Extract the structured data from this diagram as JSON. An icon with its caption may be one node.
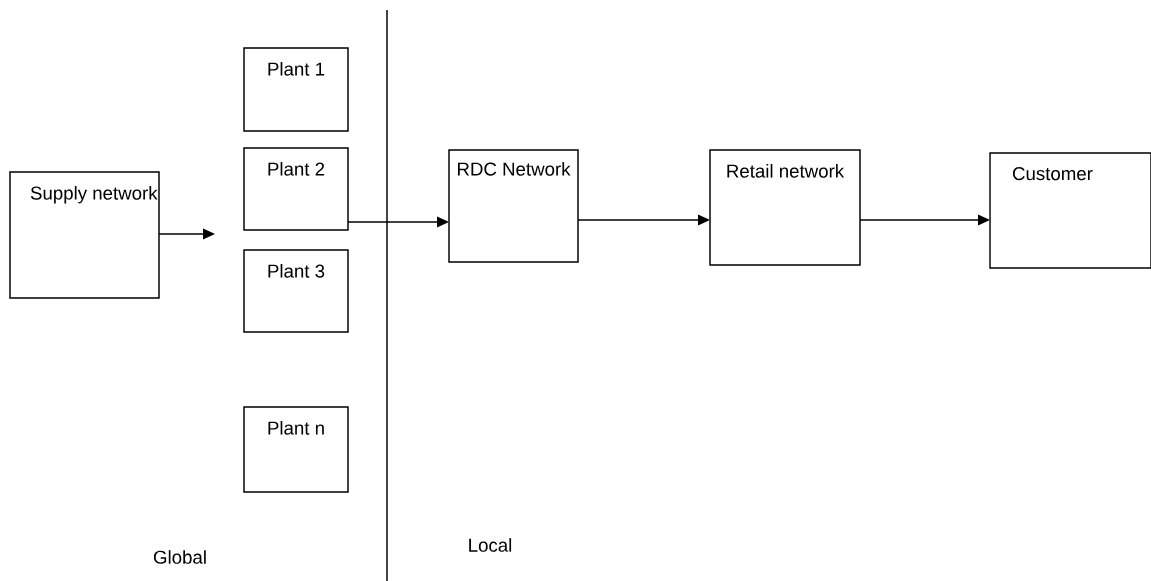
{
  "diagram": {
    "nodes": [
      {
        "text": [
          "Supply network"
        ]
      },
      {
        "text": [
          "Plant 1"
        ]
      },
      {
        "text": [
          "Plant 2"
        ]
      },
      {
        "text": [
          "Plant 3"
        ]
      },
      {
        "text": [
          "Plant n"
        ]
      },
      {
        "text": [
          "RDC Network"
        ]
      },
      {
        "text": [
          "Retail network"
        ]
      },
      {
        "text": [
          "Customer"
        ]
      }
    ],
    "edges": [
      {
        "from": 0,
        "to": null,
        "arrow": "to"
      },
      {
        "from": 2,
        "to": 5,
        "arrow": "to"
      },
      {
        "from": 5,
        "to": 6,
        "arrow": "to"
      },
      {
        "from": 6,
        "to": 7,
        "arrow": "to"
      }
    ],
    "labels": [
      "Global",
      "Local"
    ]
  }
}
